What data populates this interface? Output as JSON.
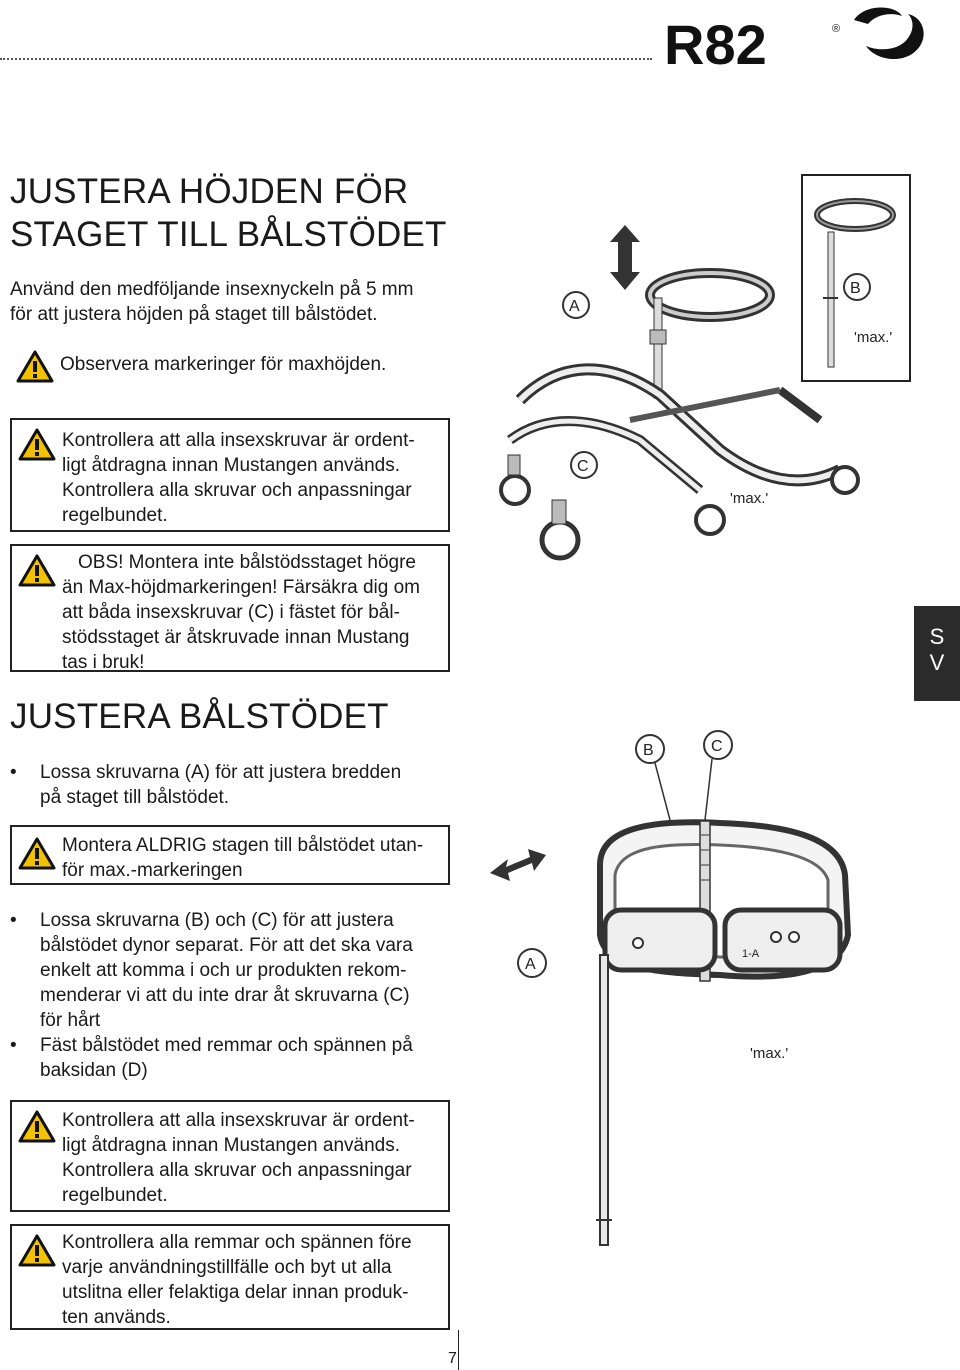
{
  "brand": {
    "logo_text": "R82",
    "registered": "®"
  },
  "section1": {
    "title_line1": "JUSTERA HÖJDEN FÖR",
    "title_line2": "STAGET TILL BÅLSTÖDET",
    "intro_line1": "Använd den medföljande insexnyckeln på 5 mm",
    "intro_line2": "för att justera höjden på staget till bålstödet.",
    "note": "Observera markeringer för maxhöjden.",
    "warn1": {
      "l1": "Kontrollera att alla insexskruvar är ordent-",
      "l2": "ligt åtdragna innan Mustangen används.",
      "l3": "Kontrollera alla skruvar och anpassningar",
      "l4": "regelbundet."
    },
    "warn2": {
      "l1": "OBS! Montera inte bålstödsstaget högre",
      "l2": "än Max-höjdmarkeringen! Färsäkra dig om",
      "l3": "att båda insexskruvar (C) i fästet för bål-",
      "l4": "stödsstaget är åtskruvade innan Mustang",
      "l5": "tas i bruk!"
    }
  },
  "section2": {
    "title": "JUSTERA BÅLSTÖDET",
    "bullet1": {
      "l1": "Lossa skruvarna (A) för att justera bredden",
      "l2": "på staget till bålstödet."
    },
    "warn3": {
      "l1": "Montera ALDRIG stagen till bålstödet utan-",
      "l2": "för max.-markeringen"
    },
    "bullet2": {
      "l1": "Lossa skruvarna (B) och (C) för att justera",
      "l2": "bålstödet dynor separat. För att det ska vara",
      "l3": "enkelt att komma i och ur produkten rekom-",
      "l4": "menderar vi att du inte drar åt skruvarna (C)",
      "l5": "för hårt"
    },
    "bullet3": {
      "l1": "Fäst bålstödet med remmar och spännen på",
      "l2": "baksidan (D)"
    },
    "warn4": {
      "l1": "Kontrollera att alla insexskruvar är ordent-",
      "l2": "ligt åtdragna innan Mustangen används.",
      "l3": "Kontrollera alla skruvar och anpassningar",
      "l4": "regelbundet."
    },
    "warn5": {
      "l1": "Kontrollera alla remmar och spännen före",
      "l2": "varje användningstillfälle och byt ut alla",
      "l3": "utslitna eller felaktiga delar innan produk-",
      "l4": "ten används."
    }
  },
  "figure1": {
    "label_a": "A",
    "label_b": "B",
    "label_c": "C",
    "max_label": "'max.'",
    "max_label_inset": "'max.'"
  },
  "figure2": {
    "label_a": "A",
    "label_b": "B",
    "label_c": "C",
    "max_label": "'max.'",
    "scale_mark": "1-A"
  },
  "side_tab": {
    "line1": "S",
    "line2": "V"
  },
  "page_number": "7"
}
